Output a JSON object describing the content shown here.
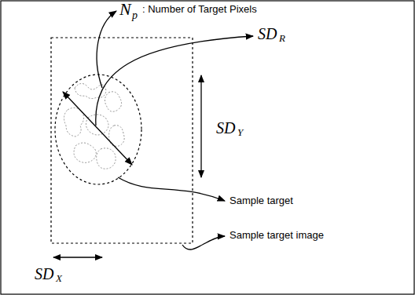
{
  "diagram": {
    "labels": [
      "N",
      "p",
      ": Number of Target Pixels",
      "SD",
      "R",
      "SD",
      "Y",
      "SD",
      "X",
      "Sample target",
      "Sample target image"
    ]
  }
}
